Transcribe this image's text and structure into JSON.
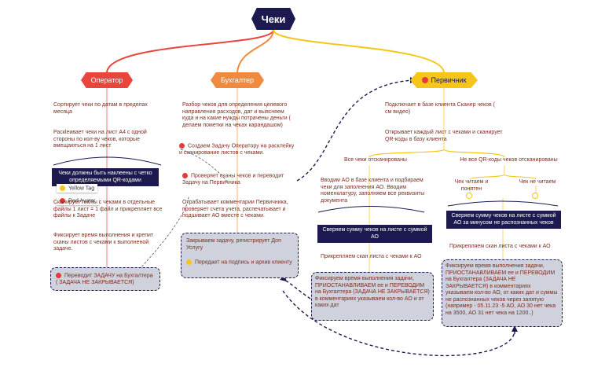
{
  "root": {
    "title": "Чеки"
  },
  "branches": {
    "operator": {
      "label": "Оператор",
      "color": "#e8453c"
    },
    "accountant": {
      "label": "Бухгалтер",
      "color": "#f08a3e"
    },
    "primary": {
      "label": "Первичник",
      "color": "#f5c518"
    }
  },
  "operator": {
    "n1": "Сортирует чеки по датам в пределах месяца",
    "n2": "Раскleивает чеки на лист А4 с одной стороны по кол-ву чеков, которые вмещаються на 1 лист",
    "n3": "Чеки должны быть наклеены с четко определяемыми QR-кодами",
    "tag_yellow": "Yellow Tag",
    "tag_red": "Red Avatar",
    "n4": "Сканирует листы с чеками в отдельные файлы 1 лист = 1 файл и прикрепляет все файлы к Задаче",
    "n5": "Фиксирует время выполнения и крепит сканы листов с чеками к выполненой задаче.",
    "n6": "Переводит ЗАДАЧУ на Бухгалтера ( ЗАДАЧА НЕ ЗАКРЫВАЕТСЯ)"
  },
  "accountant": {
    "n1": "Разбор чеков для определения целевого направления расходов, дат и выясняем куда и на какие нужды потрачены деньги ( делаем пометки на чеках карандашом)",
    "n2": "Создаем Задачу Оператору на расклейку и сканирование листов с чеками.",
    "n3": "Проверяет сканы чеков и переводит Задачу на Первичника",
    "n4": "Отрабатывает комментарии Первичника, проверяет счета учета, распечатывает и подшивает АО вместе с чеками.",
    "n5": "Закрываем задачу, регистрирует Доп Услугу",
    "n6": "Передает на подпись и архив клиенту"
  },
  "primary": {
    "n1": "Подключает в базе клиента Сканер чеков ( см видео)",
    "n2": "Открывает каждый лист с чеками и сканирует QR-коды в базу клиента",
    "left": {
      "h": "Все чеки отсканированы",
      "n1": "Вводим АО в базе клиента и подбираем чеки для заполнения АО. Вводим номенклатуру, заполняем все реквизиты документа",
      "n2": "Сверяем сумму чеков на листе с суммой АО",
      "n3": "Прикрепляем скан листа с чеками к АО",
      "n4": "Фиксируем время выполнения задачи, ПРИОСТАНАВЛИВАЕМ ее и ПЕРЕВОДИМ на Бухгалтера (ЗАДАЧА НЕ ЗАКРЫВАЕТСЯ) в комментариях указываем кол-во АО и от каких дат"
    },
    "right": {
      "h": "Не все QR-коды чеков отсканированы",
      "a": "Чек читаем и понятен",
      "b": "Чек не читаем",
      "n1": "Сверяем сумму чеков на листе с суммой АО за минусом не распознанных чеков",
      "n2": "Прикрепляем скан листа с чеками к АО",
      "n3": "Фиксируем время выполнения задачи, ПРИОСТАНАВЛИВАЕМ ее и ПЕРЕВОДИМ на Бухгалтера (ЗАДАЧА НЕ ЗАКРЫВАЕТСЯ) в комментариях указываем кол-во АО, от каких дат и суммы не распознанных чеков через запятую (например - 05.11.23 -5 АО, АО 30 нет чека на 3500, АО 31 нет чека на 1200..)"
    }
  }
}
